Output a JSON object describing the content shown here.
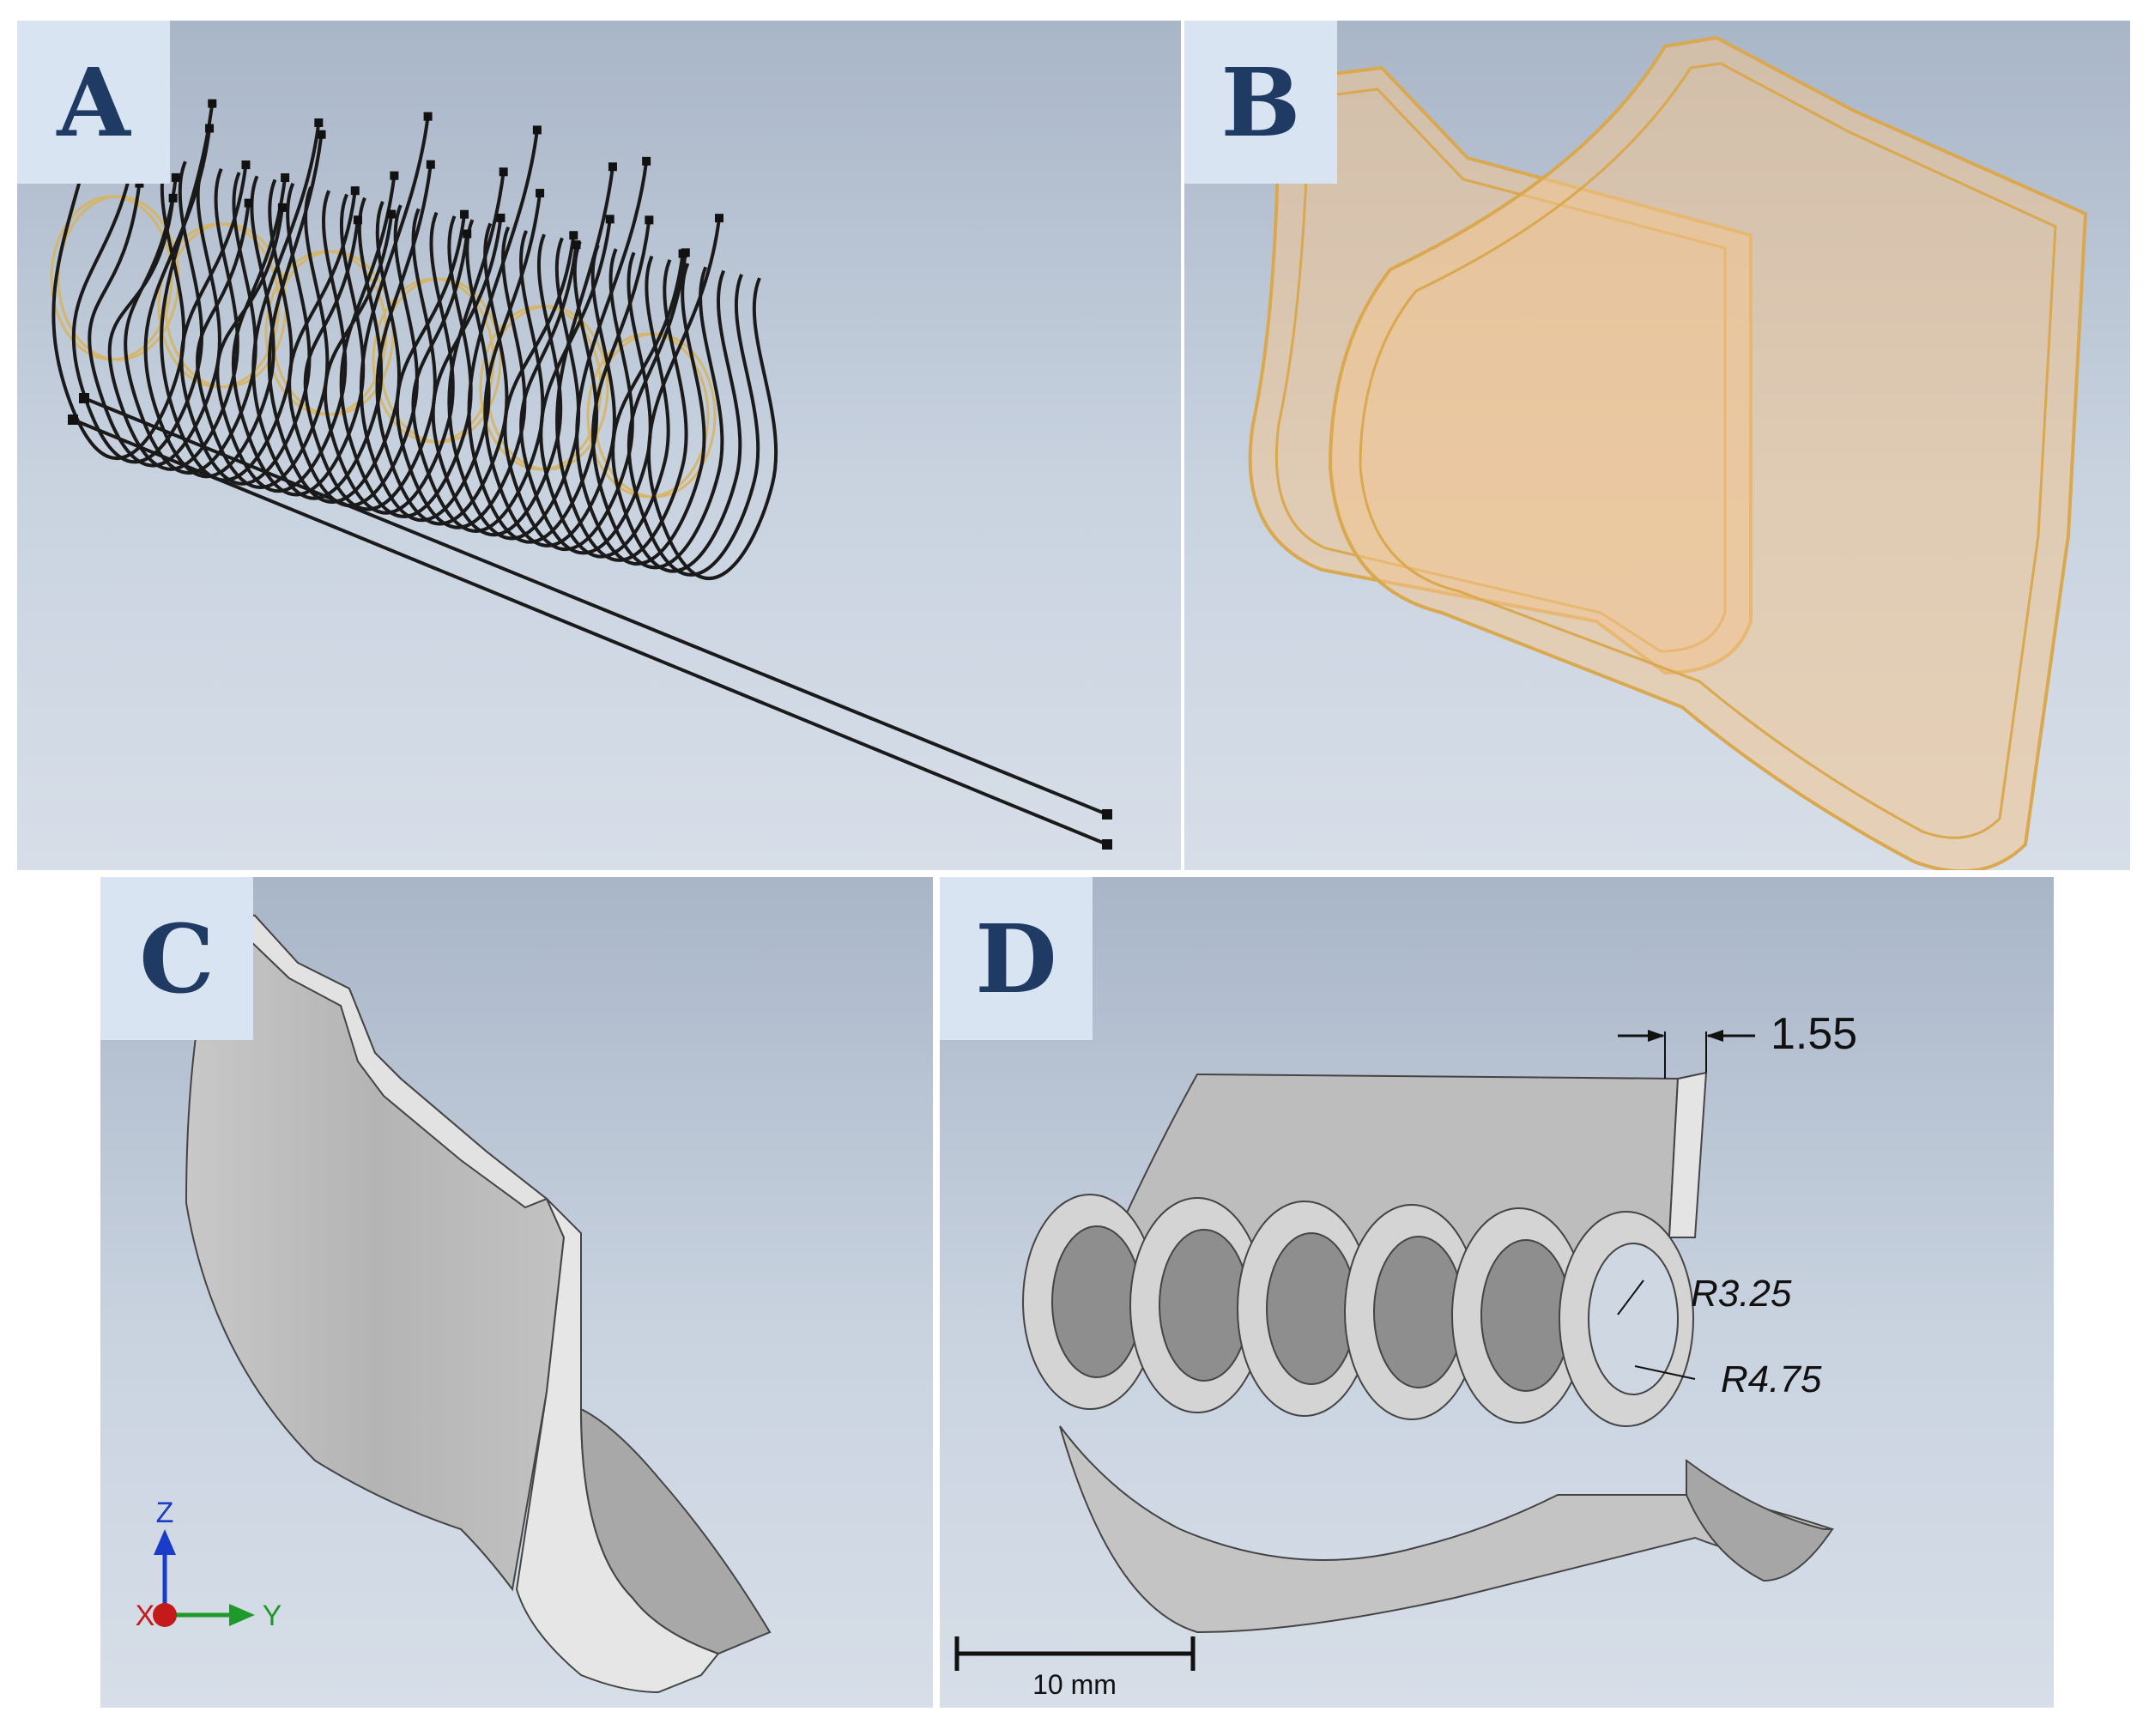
{
  "panels": {
    "a": {
      "label": "A"
    },
    "b": {
      "label": "B"
    },
    "c": {
      "label": "C",
      "axes": {
        "z": "Z",
        "x": "X",
        "y": "Y"
      }
    },
    "d": {
      "label": "D",
      "dims": {
        "thickness": "1.55",
        "inner_radius": "R3.25",
        "outer_radius": "R4.75"
      },
      "scale_bar": "10 mm"
    }
  },
  "colors": {
    "background_top": "#a9b6c8",
    "background_bottom": "#d7dee8",
    "label_text": "#1f3a63",
    "spline": "#1a1a1a",
    "ring_outline": "#d9b35a",
    "surface_fill": "#f2c48f",
    "solid_grey": "#b9b9b9",
    "axis_z": "#1a3cc8",
    "axis_y": "#1f9a2a",
    "axis_x": "#c41a1a"
  }
}
